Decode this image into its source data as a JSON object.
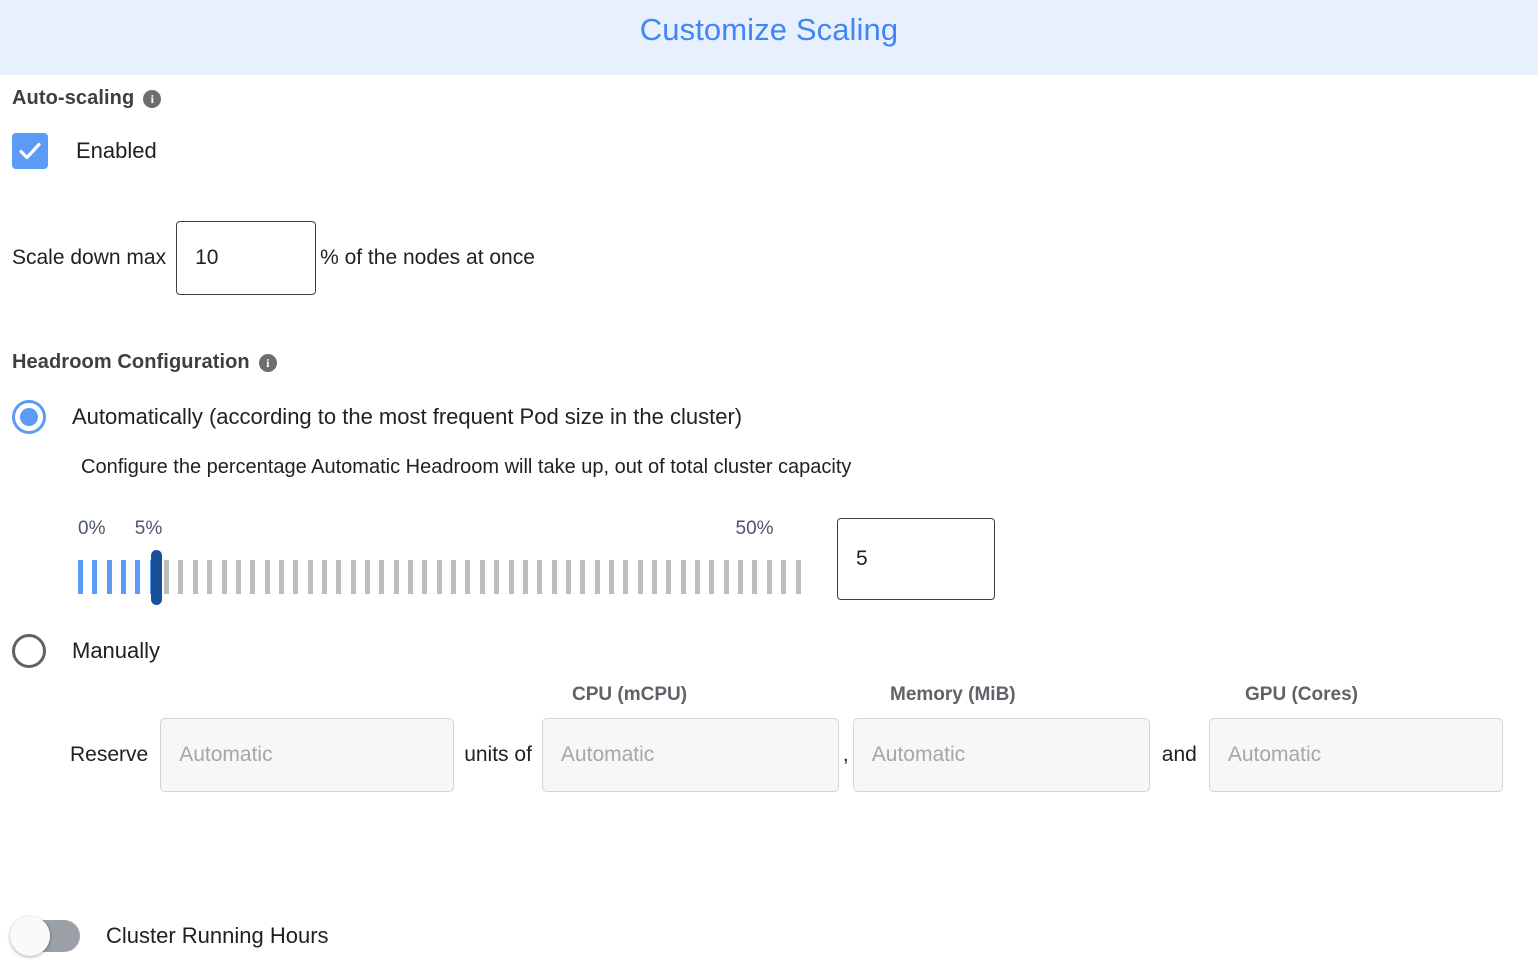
{
  "header": {
    "title": "Customize Scaling",
    "accent_color": "#4285f4",
    "background_color": "#e8f0fe"
  },
  "autoscaling": {
    "section_label": "Auto-scaling",
    "info_icon": "info-icon",
    "info_glyph": "i",
    "enabled_label": "Enabled",
    "enabled_checked": true,
    "checkbox_color": "#5b9bf5"
  },
  "scale_down": {
    "prefix_label": "Scale down max",
    "value": "10",
    "suffix_label": "% of the nodes at once"
  },
  "headroom": {
    "section_label": "Headroom Configuration",
    "info_glyph": "i",
    "option_auto": {
      "label": "Automatically (according to the most frequent Pod size in the cluster)",
      "selected": true,
      "description": "Configure the percentage Automatic Headroom will take up, out of total cluster capacity"
    },
    "slider": {
      "min_label": "0%",
      "value_label": "5%",
      "max_label": "50%",
      "min": 0,
      "max": 50,
      "value": 5,
      "tick_count": 51,
      "filled_color": "#5b9bf5",
      "empty_color": "#bdbdbd",
      "thumb_color": "#1a4f9c",
      "input_value": "5"
    },
    "option_manual": {
      "label": "Manually",
      "selected": false
    },
    "manual_fields": {
      "reserve_label": "Reserve",
      "units_of_label": "units of",
      "comma_label": ",",
      "and_label": "and",
      "columns": [
        {
          "header": "",
          "placeholder": "Automatic",
          "value": ""
        },
        {
          "header": "CPU (mCPU)",
          "placeholder": "Automatic",
          "value": ""
        },
        {
          "header": "Memory (MiB)",
          "placeholder": "Automatic",
          "value": ""
        },
        {
          "header": "GPU (Cores)",
          "placeholder": "Automatic",
          "value": ""
        }
      ]
    }
  },
  "cluster_running_hours": {
    "label": "Cluster Running Hours",
    "enabled": false
  }
}
